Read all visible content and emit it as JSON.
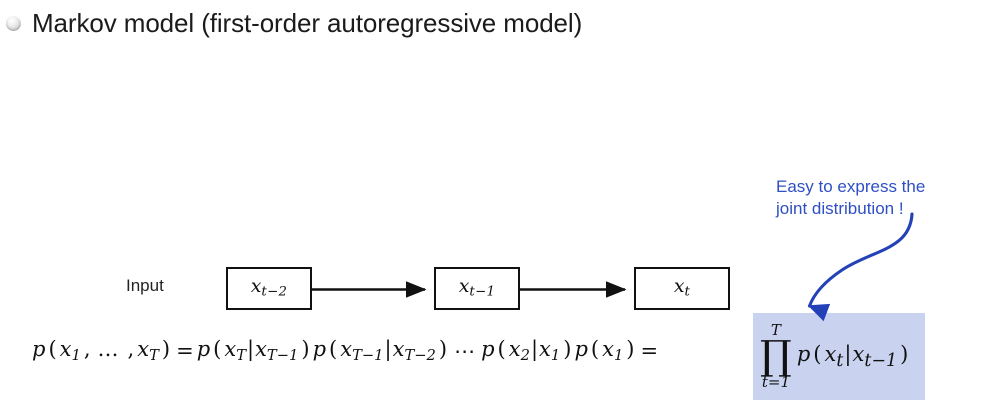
{
  "slide": {
    "background_color": "#ffffff",
    "bullet_icon": "sphere-bullet-icon",
    "title": "Markov model (first-order autoregressive model)"
  },
  "diagram": {
    "input_label": "Input",
    "arrow_color": "#111111",
    "box_border_color": "#111111",
    "boxes": [
      {
        "base": "x",
        "sub": "t−2",
        "name": "state-box-x-t-minus-2"
      },
      {
        "base": "x",
        "sub": "t−1",
        "name": "state-box-x-t-minus-1"
      },
      {
        "base": "x",
        "sub": "t",
        "name": "state-box-x-t"
      }
    ]
  },
  "equation": {
    "lhs": {
      "p": "p",
      "open": "(",
      "v1": "x",
      "s1": "1",
      "comma": ",",
      "dots": "…",
      "comma2": ",",
      "v2": "x",
      "s2": "T",
      "close": ")"
    },
    "equals": "=",
    "factors": [
      {
        "p": "p",
        "open": "(",
        "v": "x",
        "vs": "T",
        "bar": "|",
        "c": "x",
        "cs": "T−1",
        "close": ")"
      },
      {
        "p": "p",
        "open": "(",
        "v": "x",
        "vs": "T−1",
        "bar": "|",
        "c": "x",
        "cs": "T−2",
        "close": ")"
      }
    ],
    "middle_dots": "⋯",
    "tail_factors": [
      {
        "p": "p",
        "open": "(",
        "v": "x",
        "vs": "2",
        "bar": "|",
        "c": "x",
        "cs": "1",
        "close": ")"
      }
    ],
    "prior": {
      "p": "p",
      "open": "(",
      "v": "x",
      "vs": "1",
      "close": ")"
    },
    "equals2": "="
  },
  "product_term": {
    "highlight_color": "#c9d3f0",
    "upper_limit": "T",
    "symbol": "∏",
    "lower_limit": "t=1",
    "body": {
      "p": "p",
      "open": "(",
      "v": "x",
      "vs": "t",
      "bar": "|",
      "c": "x",
      "cs": "t−1",
      "close": ")"
    }
  },
  "annotation": {
    "color": "#2f4fc4",
    "line1": "Easy to express the",
    "line2": "joint distribution !",
    "arrow_icon": "curved-arrow-down-icon"
  }
}
